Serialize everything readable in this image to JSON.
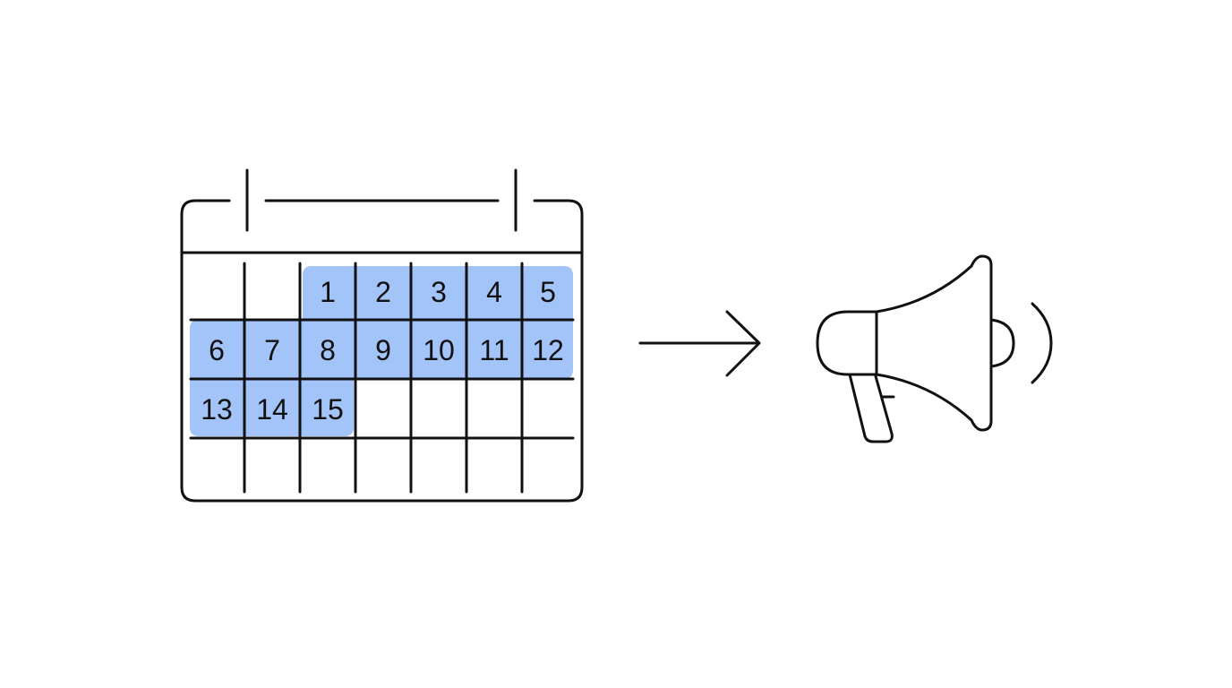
{
  "calendar": {
    "highlight_color": "#a3c4f8",
    "line_color": "#111111",
    "days": [
      "1",
      "2",
      "3",
      "4",
      "5",
      "6",
      "7",
      "8",
      "9",
      "10",
      "11",
      "12",
      "13",
      "14",
      "15"
    ],
    "highlighted_count": 15
  },
  "arrow": {
    "icon": "arrow-right-icon"
  },
  "announcement": {
    "icon": "megaphone-icon"
  }
}
